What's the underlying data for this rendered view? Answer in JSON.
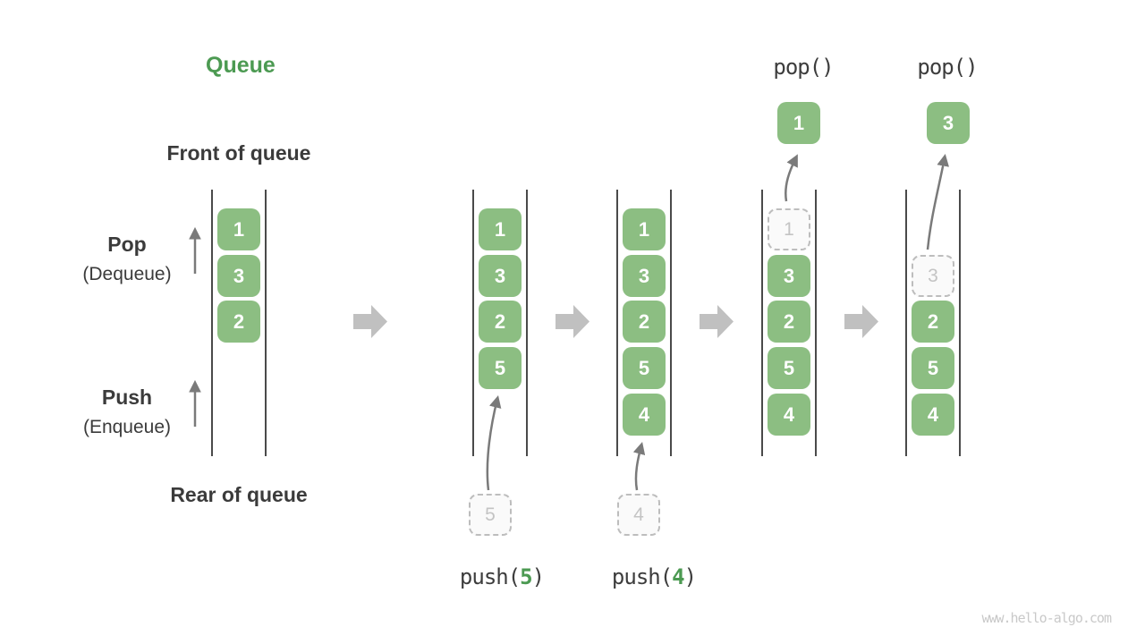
{
  "title": {
    "text": "Queue"
  },
  "labels": {
    "front_of_queue": "Front of queue",
    "rear_of_queue": "Rear of queue",
    "pop": "Pop",
    "pop_sub": "(Dequeue)",
    "push": "Push",
    "push_sub": "(Enqueue)"
  },
  "operations": {
    "push1": {
      "fn": "push(",
      "arg": "5",
      "close": ")"
    },
    "push2": {
      "fn": "push(",
      "arg": "4",
      "close": ")"
    },
    "pop1": "pop()",
    "pop2": "pop()"
  },
  "queues": [
    {
      "items": [
        "1",
        "3",
        "2"
      ]
    },
    {
      "items": [
        "1",
        "3",
        "2",
        "5"
      ],
      "incoming": "5"
    },
    {
      "items": [
        "1",
        "3",
        "2",
        "5",
        "4"
      ],
      "incoming": "4"
    },
    {
      "ghost": "1",
      "items": [
        "3",
        "2",
        "5",
        "4"
      ],
      "popped": "1"
    },
    {
      "ghost": "3",
      "items": [
        "2",
        "5",
        "4"
      ],
      "popped": "3"
    }
  ],
  "colors": {
    "box_green": "#8cbe82",
    "accent_green": "#4c9a52",
    "text_dark": "#3b3b3b",
    "block_arrow_gray": "#c0c0c0",
    "ghost_gray": "#c4c4c4",
    "column_line": "#4a4a4a",
    "curve_arrow": "#7a7a7a",
    "watermark_gray": "#c9c9c9"
  },
  "watermark": "www.hello-algo.com"
}
